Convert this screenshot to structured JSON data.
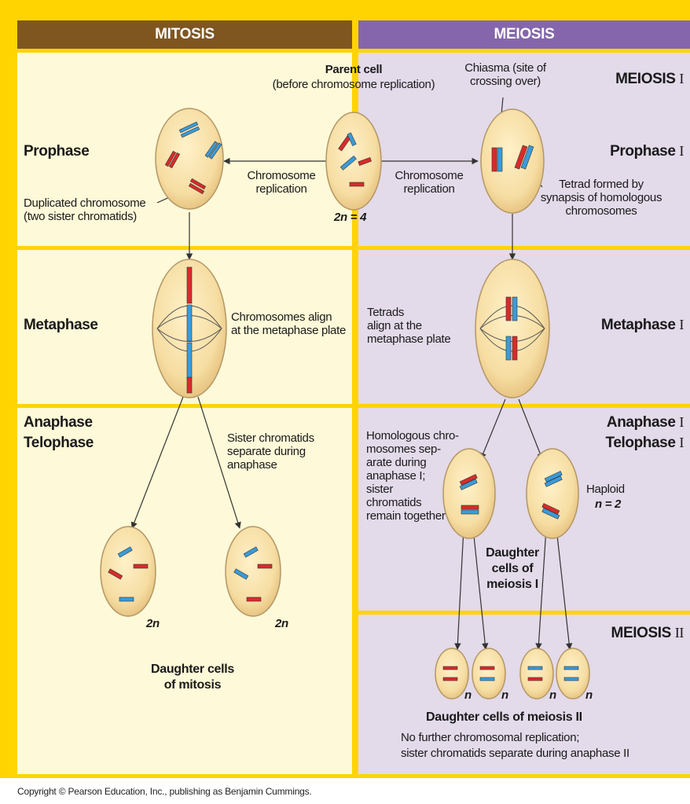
{
  "headers": {
    "mitosis": "MITOSIS",
    "meiosis": "MEIOSIS"
  },
  "stages": {
    "prophase": "Prophase",
    "metaphase": "Metaphase",
    "anaphase": "Anaphase",
    "telophase": "Telophase",
    "meiosis1": "MEIOSIS",
    "prophase1": "Prophase",
    "metaphase1": "Metaphase",
    "anaphase1": "Anaphase",
    "telophase1": "Telophase",
    "meiosis2": "MEIOSIS",
    "numeral1": "I",
    "numeral2": "II"
  },
  "labels": {
    "parent_cell": "Parent cell",
    "parent_sub": "(before chromosome replication)",
    "chiasma": "Chiasma (site of\ncrossing over)",
    "replication_left": "Chromosome\nreplication",
    "replication_right": "Chromosome\nreplication",
    "ploidy_parent": "2n = 4",
    "duplicated": "Duplicated chromosome\n(two sister chromatids)",
    "tetrad_formed": "Tetrad formed by\nsynapsis of homologous\nchromosomes",
    "chrom_align": "Chromosomes align\nat the metaphase plate",
    "tetrads_align": "Tetrads\nalign at the\nmetaphase plate",
    "sister_sep": "Sister chromatids\nseparate during\nanaphase",
    "homologous_sep": "Homologous chro-\nmosomes sep-\narate during\nanaphase I;\nsister\nchromatids\nremain together",
    "haploid": "Haploid",
    "haploid_n": "n = 2",
    "daughter_meiosis1": "Daughter\ncells of\nmeiosis I",
    "ploidy_2n": "2n",
    "ploidy_n": "n",
    "daughter_mitosis": "Daughter cells\nof mitosis",
    "daughter_meiosis2": "Daughter cells of meiosis II",
    "no_further": "No further chromosomal replication;\nsister chromatids separate during anaphase II",
    "copyright": "Copyright © Pearson Education, Inc., publishing as Benjamin Cummings."
  },
  "colors": {
    "frame": "#FFD400",
    "mitosis_bg": "#FEF9D8",
    "meiosis_bg": "#E3DAEA",
    "mitosis_header": "#7F5620",
    "meiosis_header": "#8566AC",
    "cell_fill": "#F6DDA2",
    "cell_edge": "#B39766",
    "chromosome_red": "#D92B2B",
    "chromosome_blue": "#3B9BD9"
  }
}
